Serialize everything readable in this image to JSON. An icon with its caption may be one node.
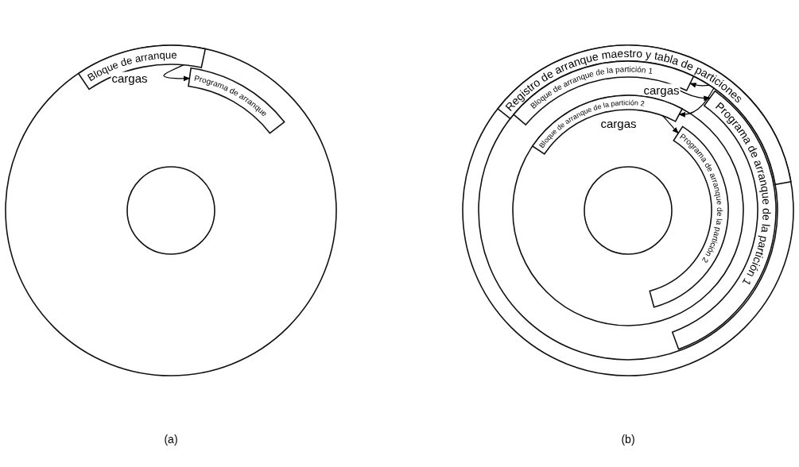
{
  "diagram": {
    "nodes": [
      {
        "text": [
          "Bloque de arranque"
        ]
      },
      {
        "text": [
          "Programa de arranque"
        ]
      },
      {
        "text": [
          "Registro de arranque maestro y tabla de particiones"
        ]
      },
      {
        "text": [
          "Bloque de arranque de la partición 1"
        ]
      },
      {
        "text": [
          "Programa de arranque de la partición 1"
        ]
      },
      {
        "text": [
          "Bloque de arranque de la partición 2"
        ]
      },
      {
        "text": [
          "Programa de arranque de la partición 2"
        ]
      }
    ],
    "edges": [
      {
        "from": 0,
        "to": 1,
        "arrow": "to",
        "label": "cargas"
      },
      {
        "from": 2,
        "to": 3,
        "arrow": "to"
      },
      {
        "from": 3,
        "to": 4,
        "arrow": "to",
        "label": "cargas"
      },
      {
        "from": 2,
        "to": 5,
        "arrow": "to"
      },
      {
        "from": 5,
        "to": 6,
        "arrow": "to",
        "label": "cargas"
      }
    ],
    "labels": [
      "(a)",
      "(b)"
    ]
  }
}
